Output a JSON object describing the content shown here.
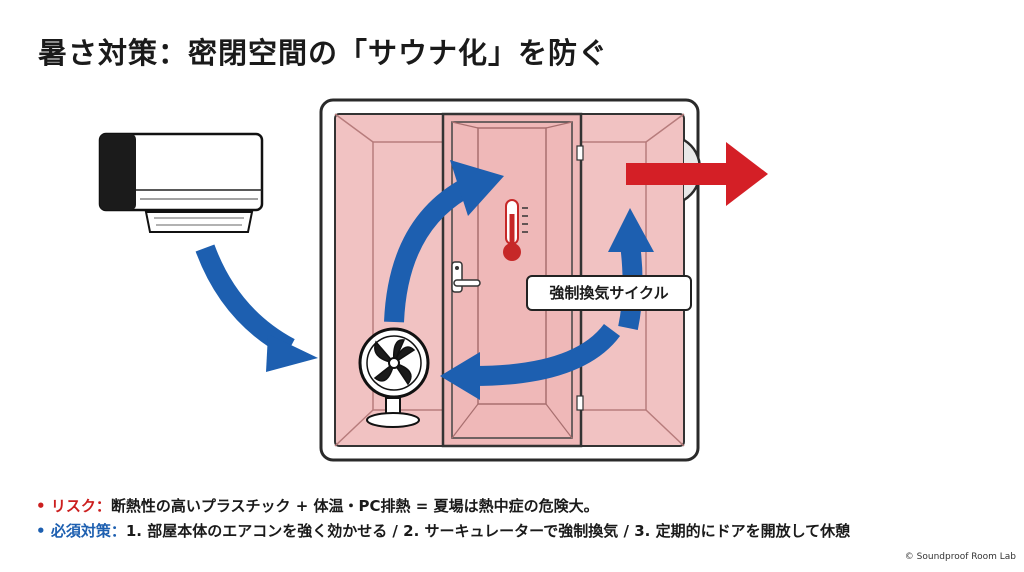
{
  "title": "暑さ対策：密閉空間の「サウナ化」を防ぐ",
  "diagram": {
    "cycle_label": "強制換気サイクル",
    "components": [
      "air-conditioner",
      "booth",
      "door",
      "thermometer",
      "circulator-fan",
      "exhaust-vent"
    ],
    "colors": {
      "booth_fill": "#f1c2c2",
      "booth_frame": "#333333",
      "flow_arrow": "#1d5fb0",
      "exhaust_arrow": "#d41f26",
      "thermometer": "#c62828"
    }
  },
  "notes": {
    "risk": {
      "bullet": "•",
      "label": "リスク：",
      "text": "断熱性の高いプラスチック + 体温・PC排熱 = 夏場は熱中症の危険大。"
    },
    "must": {
      "bullet": "•",
      "label": "必須対策：",
      "text": "1. 部屋本体のエアコンを強く効かせる / 2. サーキュレーターで強制換気 / 3. 定期的にドアを開放して休憩"
    }
  },
  "copyright": "© Soundproof Room Lab"
}
